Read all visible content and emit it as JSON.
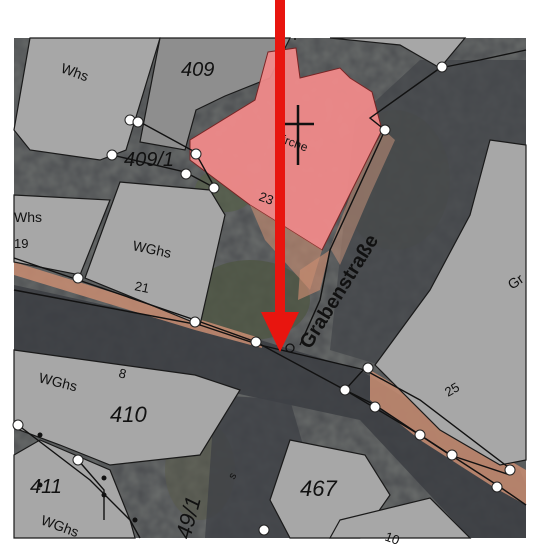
{
  "map": {
    "street_name": "Grabenstraße",
    "parcels": {
      "p409": "409",
      "p409_1": "409/1",
      "p410": "410",
      "p411": "411",
      "p467": "467",
      "p49_1": "49/1"
    },
    "house_numbers": {
      "h19": "19",
      "h21": "21",
      "h23": "23",
      "h8": "8",
      "h25": "25",
      "h10": "10"
    },
    "building_labels": {
      "whs_top": "Whs",
      "whs_left": "Whs",
      "wghs_21": "WGhs",
      "wghs_8": "WGhs",
      "wghs_411": "WGhs",
      "kirche": "Kirche",
      "gr_right": "Gr"
    },
    "road_marks": {
      "s": "s"
    },
    "colors": {
      "building_fill": "#a7a7a7",
      "highlight_fill": "#f08a8a",
      "arrow": "#e8150f",
      "sidewalk": "#c98d72",
      "boundary": "#111111"
    },
    "icons": {
      "church": "cross-icon",
      "marker": "down-arrow-icon"
    }
  }
}
